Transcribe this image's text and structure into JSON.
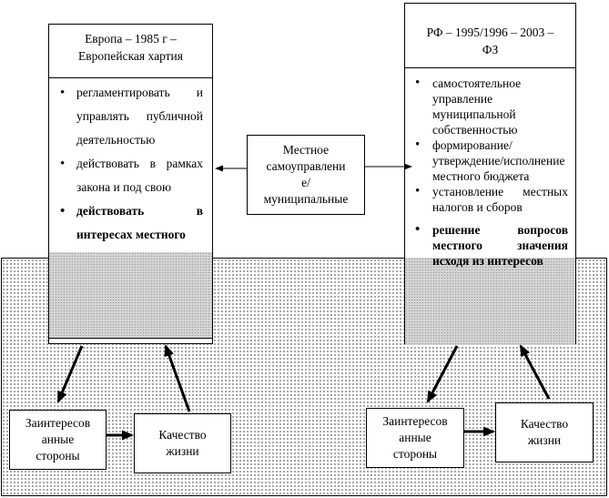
{
  "europe": {
    "title_line1": "Европа – 1985 г –",
    "title_line2": "Европейская хартия",
    "items": [
      "регламентировать и управлять публичной деятельностью",
      "действовать в рамках закона и под свою",
      "действовать в интересах местного"
    ]
  },
  "rf": {
    "title_line1": "РФ – 1995/1996 – 2003 –",
    "title_line2": "ФЗ",
    "items": [
      "самостоятельное управление муниципальной собственностью",
      "формирование/утверждение/исполнение местного бюджета",
      "установление местных налогов и сборов",
      "решение вопросов местного значения исходя из интересов"
    ]
  },
  "center": {
    "line1": "Местное",
    "line2": "самоуправлени",
    "line3": "е/",
    "line4": "муниципальные"
  },
  "left_bottom": {
    "stakeholders_line1": "Заинтересов",
    "stakeholders_line2": "анные",
    "stakeholders_line3": "стороны",
    "quality_line1": "Качество",
    "quality_line2": "жизни"
  },
  "right_bottom": {
    "stakeholders_line1": "Заинтересов",
    "stakeholders_line2": "анные",
    "stakeholders_line3": "стороны",
    "quality_line1": "Качество",
    "quality_line2": "жизни"
  }
}
